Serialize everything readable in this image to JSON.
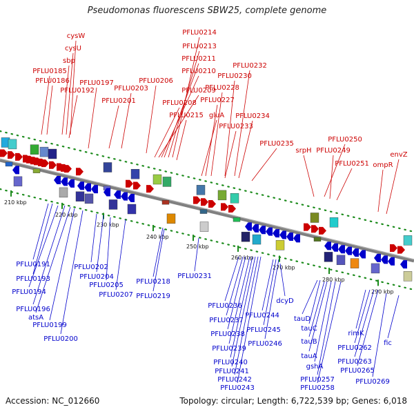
{
  "title": "Pseudomonas fluorescens SBW25, complete genome",
  "footer": {
    "accession": "Accession: NC_012660",
    "summary": "Topology: circular; Length: 6,722,539 bp; Genes: 6,018"
  },
  "colors": {
    "forward": "#cc0000",
    "reverse": "#0000cc",
    "backbone": "#808080",
    "tick": "#1a8a1a"
  },
  "ticks": [
    "210 kbp",
    "220 kbp",
    "230 kbp",
    "240 kbp",
    "250 kbp",
    "260 kbp",
    "270 kbp",
    "280 kbp",
    "290 kbp"
  ],
  "forward_labels": [
    "cysW",
    "cysU",
    "sbp",
    "PFLU0185",
    "PFLU0186",
    "PFLU0192",
    "PFLU0197",
    "PFLU0201",
    "PFLU0203",
    "PFLU0206",
    "PFLU0214",
    "PFLU0213",
    "PFLU0211",
    "PFLU0210",
    "PFLU0209",
    "PFLU0208",
    "PFLU0215",
    "PFLU0232",
    "PFLU0230",
    "PFLU0228",
    "PFLU0227",
    "gluA",
    "PFLU0234",
    "PFLU0233",
    "PFLU0235",
    "srpH",
    "PFLU0250",
    "PFLU0249",
    "PFLU0251",
    "ompR",
    "envZ"
  ],
  "reverse_labels": [
    "PFLU0191",
    "PFLU0193",
    "PFLU0194",
    "PFLU0196",
    "atsA",
    "PFLU0199",
    "PFLU0200",
    "PFLU0202",
    "PFLU0204",
    "PFLU0205",
    "PFLU0207",
    "PFLU0218",
    "PFLU0219",
    "PFLU0231",
    "PFLU0236",
    "PFLU0237",
    "PFLU0238",
    "PFLU0239",
    "PFLU0240",
    "PFLU0241",
    "PFLU0242",
    "PFLU0243",
    "PFLU0244",
    "PFLU0245",
    "PFLU0246",
    "dcyD",
    "tauD",
    "tauC",
    "tauB",
    "tauA",
    "gshA",
    "PFLU0257",
    "PFLU0258",
    "rimK",
    "PFLU0262",
    "PFLU0263",
    "PFLU0265",
    "PFLU0269",
    "fic"
  ]
}
